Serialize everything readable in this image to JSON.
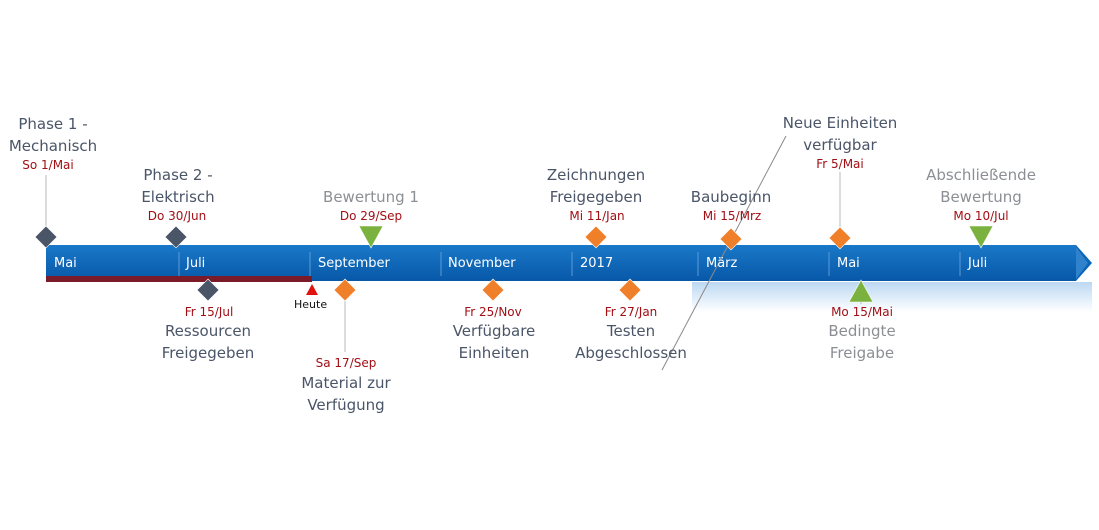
{
  "timeline": {
    "colors": {
      "bar": "#0a66b8",
      "bar_light": "#cfe3f7",
      "progress": "#7b1b2a",
      "dark_milestone": "#4a5568",
      "orange_milestone": "#f07f2a",
      "green_milestone": "#7bb23f",
      "date_text": "#a10f15"
    },
    "month_labels": [
      "Mai",
      "Juli",
      "September",
      "November",
      "2017",
      "März",
      "Mai",
      "Juli"
    ],
    "today_label": "Heute",
    "milestones": [
      {
        "id": "phase1",
        "title": [
          "Phase 1 -",
          "Mechanisch"
        ],
        "date": "So 1/Mai",
        "shape": "diamond",
        "color": "dark",
        "side": "top"
      },
      {
        "id": "phase2",
        "title": [
          "Phase 2 -",
          "Elektrisch"
        ],
        "date": "Do 30/Jun",
        "shape": "diamond",
        "color": "dark",
        "side": "top"
      },
      {
        "id": "ressourcen",
        "title": [
          "Ressourcen",
          "Freigegeben"
        ],
        "date": "Fr 15/Jul",
        "shape": "diamond",
        "color": "dark",
        "side": "bottom"
      },
      {
        "id": "bewertung1",
        "title": [
          "Bewertung 1"
        ],
        "date": "Do 29/Sep",
        "shape": "triangle-down",
        "color": "green",
        "side": "top"
      },
      {
        "id": "material",
        "title": [
          "Material zur",
          "Verfügung"
        ],
        "date": "Sa 17/Sep",
        "shape": "diamond",
        "color": "orange",
        "side": "bottom"
      },
      {
        "id": "einheiten",
        "title": [
          "Verfügbare",
          "Einheiten"
        ],
        "date": "Fr 25/Nov",
        "shape": "diamond",
        "color": "orange",
        "side": "bottom"
      },
      {
        "id": "zeichnungen",
        "title": [
          "Zeichnungen",
          "Freigegeben"
        ],
        "date": "Mi 11/Jan",
        "shape": "diamond",
        "color": "orange",
        "side": "top"
      },
      {
        "id": "testen",
        "title": [
          "Testen",
          "Abgeschlossen"
        ],
        "date": "Fr 27/Jan",
        "shape": "diamond",
        "color": "orange",
        "side": "bottom"
      },
      {
        "id": "baubeginn",
        "title": [
          "Baubeginn"
        ],
        "date": "Mi 15/Mrz",
        "shape": "diamond",
        "color": "orange",
        "side": "top"
      },
      {
        "id": "neue",
        "title": [
          "Neue Einheiten",
          "verfügbar"
        ],
        "date": "Fr 5/Mai",
        "shape": "diamond",
        "color": "orange",
        "side": "top"
      },
      {
        "id": "bedingte",
        "title": [
          "Bedingte",
          "Freigabe"
        ],
        "date": "Mo 15/Mai",
        "shape": "triangle-up",
        "color": "green",
        "side": "bottom"
      },
      {
        "id": "abschliessende",
        "title": [
          "Abschließende",
          "Bewertung"
        ],
        "date": "Mo 10/Jul",
        "shape": "triangle-down",
        "color": "green",
        "side": "top"
      }
    ]
  }
}
